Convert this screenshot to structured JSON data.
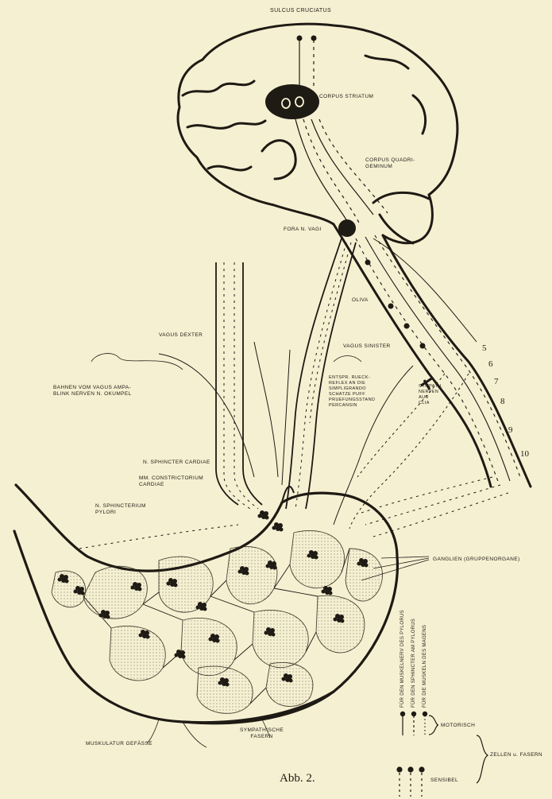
{
  "title": "SULCUS CRUCIATUS",
  "caption": "Abb. 2.",
  "labels": {
    "corpus_striatum": "CORPUS STRIATUM",
    "corpus_quadrigeminum": "CORPUS QUADRI-\nGEMINUM",
    "fora_n_vagi": "FORA N. VAGI",
    "oliva": "OLIVA",
    "vagus_dexter": "VAGUS DEXTER",
    "vagus_sinister": "VAGUS SINISTER",
    "bahnen_n_vagus": "BAHNEN VOM VAGUS AMPA-\nBLINK NERVEN N. OKUMPEL",
    "reflex_text": "ENTSPR. RUECK-\nREFLEX AN DIE\nSIMPLIGRANDO\nSCHATZE PUFF\nPRUEFUNGSSTAND\nPERCANSIN",
    "sympathicus": "SYMPATH.\nNERVEN\nAUR\nCLIA",
    "n_sphincter_cardiae": "N. SPHINCTER CARDIAE",
    "mm_constrictorium_cardiae": "MM. CONSTRICTORIUM\nCARDIAE",
    "n_sphincter_pylori": "N. SPHINCTERIUM\nPYLORI",
    "ganglien": "GANGLIEN (GRUPPENORGANE)",
    "muskulatur_gefaesse": "MUSKULATUR GEFÄSSE",
    "sympathische_fasern": "SYMPATHISCHE\nFASERN",
    "motorisch": "MOTORISCH",
    "sensibel": "SENSIBEL",
    "zellen_fasern": "ZELLEN u. FASERN",
    "legend_1": "FÜR DEN MUSKELNERV DES PYLORUS",
    "legend_2": "FÜR DEN SPHINCTER AM PYLORUS",
    "legend_3": "FÜR DIE MUSKELN DES MAGENS"
  },
  "nerve_numbers": [
    "5",
    "6",
    "7",
    "8",
    "9",
    "10"
  ]
}
